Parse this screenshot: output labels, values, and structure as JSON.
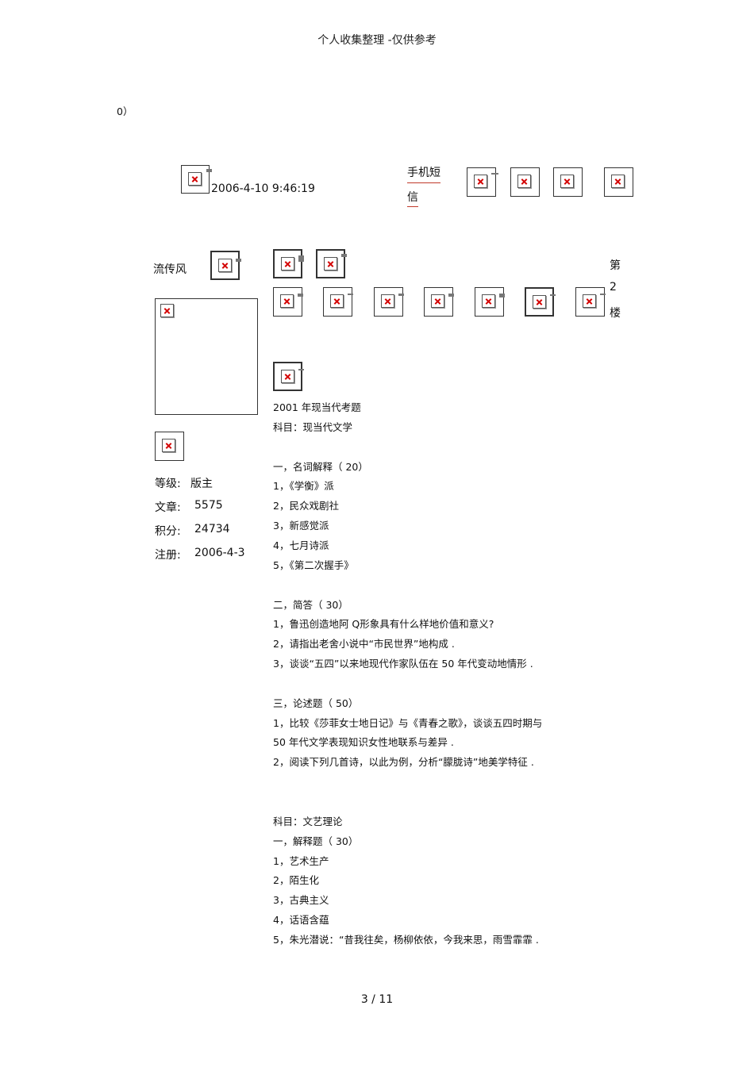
{
  "page_header": "个人收集整理 -仅供参考",
  "top_fragment": "0）",
  "post_time": "2006-4-10 9:46:19",
  "sms_link_line1": "手机短",
  "sms_link_line2": "信",
  "user_name": "流传风",
  "floor": {
    "line1": "第",
    "line2": "2",
    "line3": "楼"
  },
  "user_info": [
    {
      "label": "等级:",
      "value": "版主"
    },
    {
      "label": "文章:",
      "value": "5575"
    },
    {
      "label": "积分:",
      "value": "24734"
    },
    {
      "label": "注册:",
      "value": "2006-4-3"
    }
  ],
  "content_lines": [
    "2001 年现当代考题",
    "科目：现当代文学",
    "",
    "一，名词解释（   20）",
    "1，《学衡》派",
    "2，民众戏剧社",
    "3，新感觉派",
    "4，七月诗派",
    "5，《第二次握手》",
    "",
    "二，简答（   30）",
    "1，鲁迅创造地阿    Q形象具有什么样地价值和意义?",
    "2，请指出老舍小说中“市民世界”地构成        .",
    "3，谈谈“五四”以来地现代作家队伍在        50 年代变动地情形   .",
    "",
    "三，论述题（   50）",
    "1，比较《莎菲女士地日记》与《青春之歌》，谈谈五四时期与",
    "50 年代文学表现知识女性地联系与差异        .",
    "2，阅读下列几首诗，以此为例，分析“朦胧诗”地美学特征          .",
    "",
    "",
    "科目：文艺理论",
    "一，解释题（   30）",
    "1，艺术生产",
    "2，陌生化",
    "3，古典主义",
    "4，话语含蕴",
    "5，朱光潜说：“昔我往矣，杨柳依依，今我来思，雨雪霏霏          ."
  ],
  "page_number": "3 / 11"
}
